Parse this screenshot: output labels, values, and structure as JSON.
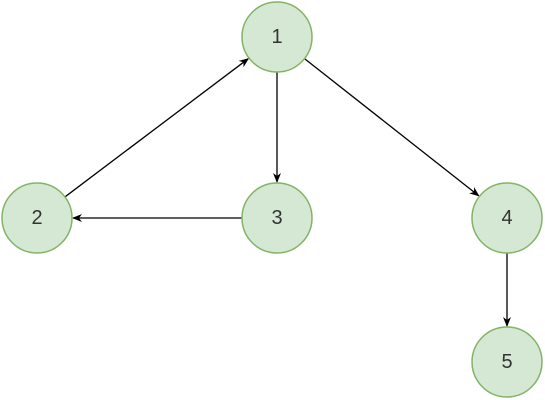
{
  "graph": {
    "nodes": [
      {
        "id": "1",
        "label": "1"
      },
      {
        "id": "2",
        "label": "2"
      },
      {
        "id": "3",
        "label": "3"
      },
      {
        "id": "4",
        "label": "4"
      },
      {
        "id": "5",
        "label": "5"
      }
    ],
    "edges": [
      {
        "from": "2",
        "to": "1"
      },
      {
        "from": "1",
        "to": "3"
      },
      {
        "from": "3",
        "to": "2"
      },
      {
        "from": "1",
        "to": "4"
      },
      {
        "from": "4",
        "to": "5"
      }
    ],
    "colors": {
      "node_fill": "#d5e8d4",
      "node_stroke": "#82b366",
      "edge": "#000000",
      "label": "#333333"
    }
  }
}
